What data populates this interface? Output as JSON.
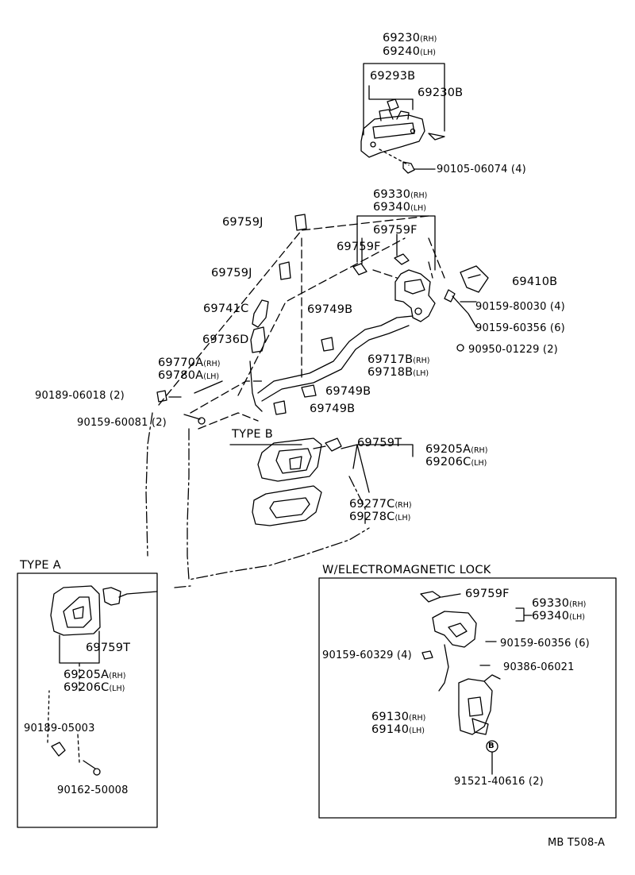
{
  "diagram": {
    "drawing_code": "MB T508-A",
    "sections": {
      "type_b": "TYPE B",
      "type_a": "TYPE A",
      "electromagnetic": "W/ELECTROMAGNETIC LOCK"
    },
    "parts": {
      "p69230_rh": "69230",
      "p69230_rh_suf": "(RH)",
      "p69240_lh": "69240",
      "p69240_lh_suf": "(LH)",
      "p69293b": "69293B",
      "p69230b": "69230B",
      "p90105": "90105-06074 (4)",
      "p69330_rh": "69330",
      "p69330_rh_suf": "(RH)",
      "p69340_lh": "69340",
      "p69340_lh_suf": "(LH)",
      "p69759j_a": "69759J",
      "p69759f_a": "69759F",
      "p69759f_b": "69759F",
      "p69759j_b": "69759J",
      "p69410b": "69410B",
      "p69741c": "69741C",
      "p69749b_a": "69749B",
      "p90159_80030": "90159-80030 (4)",
      "p90159_60356": "90159-60356 (6)",
      "p69736d": "69736D",
      "p90950": "90950-01229 (2)",
      "p69770a": "69770A",
      "p69770a_suf": "(RH)",
      "p69780a": "69780A",
      "p69780a_suf": "(LH)",
      "p69717b": "69717B",
      "p69717b_suf": "(RH)",
      "p69718b": "69718B",
      "p69718b_suf": "(LH)",
      "p90189_06018": "90189-06018 (2)",
      "p69749b_b": "69749B",
      "p69749b_c": "69749B",
      "p90159_60081": "90159-60081 (2)",
      "p69759t_b": "69759T",
      "p69205a_b": "69205A",
      "p69205a_b_suf": "(RH)",
      "p69206c_b": "69206C",
      "p69206c_b_suf": "(LH)",
      "p69277c": "69277C",
      "p69277c_suf": "(RH)",
      "p69278c": "69278C",
      "p69278c_suf": "(LH)",
      "p69759t_a": "69759T",
      "p69205a_a": "69205A",
      "p69205a_a_suf": "(RH)",
      "p69206c_a": "69206C",
      "p69206c_a_suf": "(LH)",
      "p90189_05003": "90189-05003",
      "p90162": "90162-50008",
      "e69759f": "69759F",
      "e69330": "69330",
      "e69330_suf": "(RH)",
      "e69340": "69340",
      "e69340_suf": "(LH)",
      "e90159_60356": "90159-60356 (6)",
      "e90159_60329": "90159-60329 (4)",
      "e90386": "90386-06021",
      "e69130": "69130",
      "e69130_suf": "(RH)",
      "e69140": "69140",
      "e69140_suf": "(LH)",
      "e_circle_b": "B",
      "e91521": "91521-40616 (2)"
    }
  }
}
